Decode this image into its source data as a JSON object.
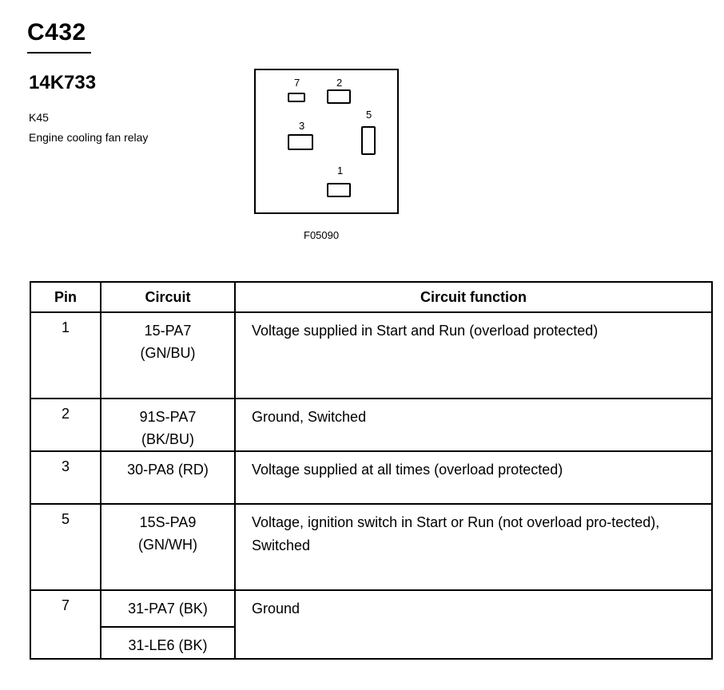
{
  "header": {
    "connector_id": "C432",
    "part_number": "14K733",
    "component_code": "K45",
    "component_name": "Engine cooling fan relay"
  },
  "diagram": {
    "pins": [
      "7",
      "2",
      "3",
      "5",
      "1"
    ],
    "figure_ref": "F05090"
  },
  "table": {
    "headers": {
      "pin": "Pin",
      "circuit": "Circuit",
      "function": "Circuit function"
    },
    "rows": [
      {
        "pin": "1",
        "circuit": [
          "15-PA7",
          "(GN/BU)"
        ],
        "function": "Voltage supplied in Start and Run (overload protected)"
      },
      {
        "pin": "2",
        "circuit": [
          "91S-PA7",
          "(BK/BU)"
        ],
        "function": "Ground, Switched"
      },
      {
        "pin": "3",
        "circuit": [
          "30-PA8 (RD)"
        ],
        "function": "Voltage supplied at all times (overload protected)"
      },
      {
        "pin": "5",
        "circuit": [
          "15S-PA9",
          "(GN/WH)"
        ],
        "function": "Voltage, ignition switch in Start or Run (not overload pro-tected), Switched"
      },
      {
        "pin": "7",
        "circuit": [
          "31-PA7 (BK)",
          "31-LE6 (BK)"
        ],
        "function": "Ground"
      }
    ]
  }
}
